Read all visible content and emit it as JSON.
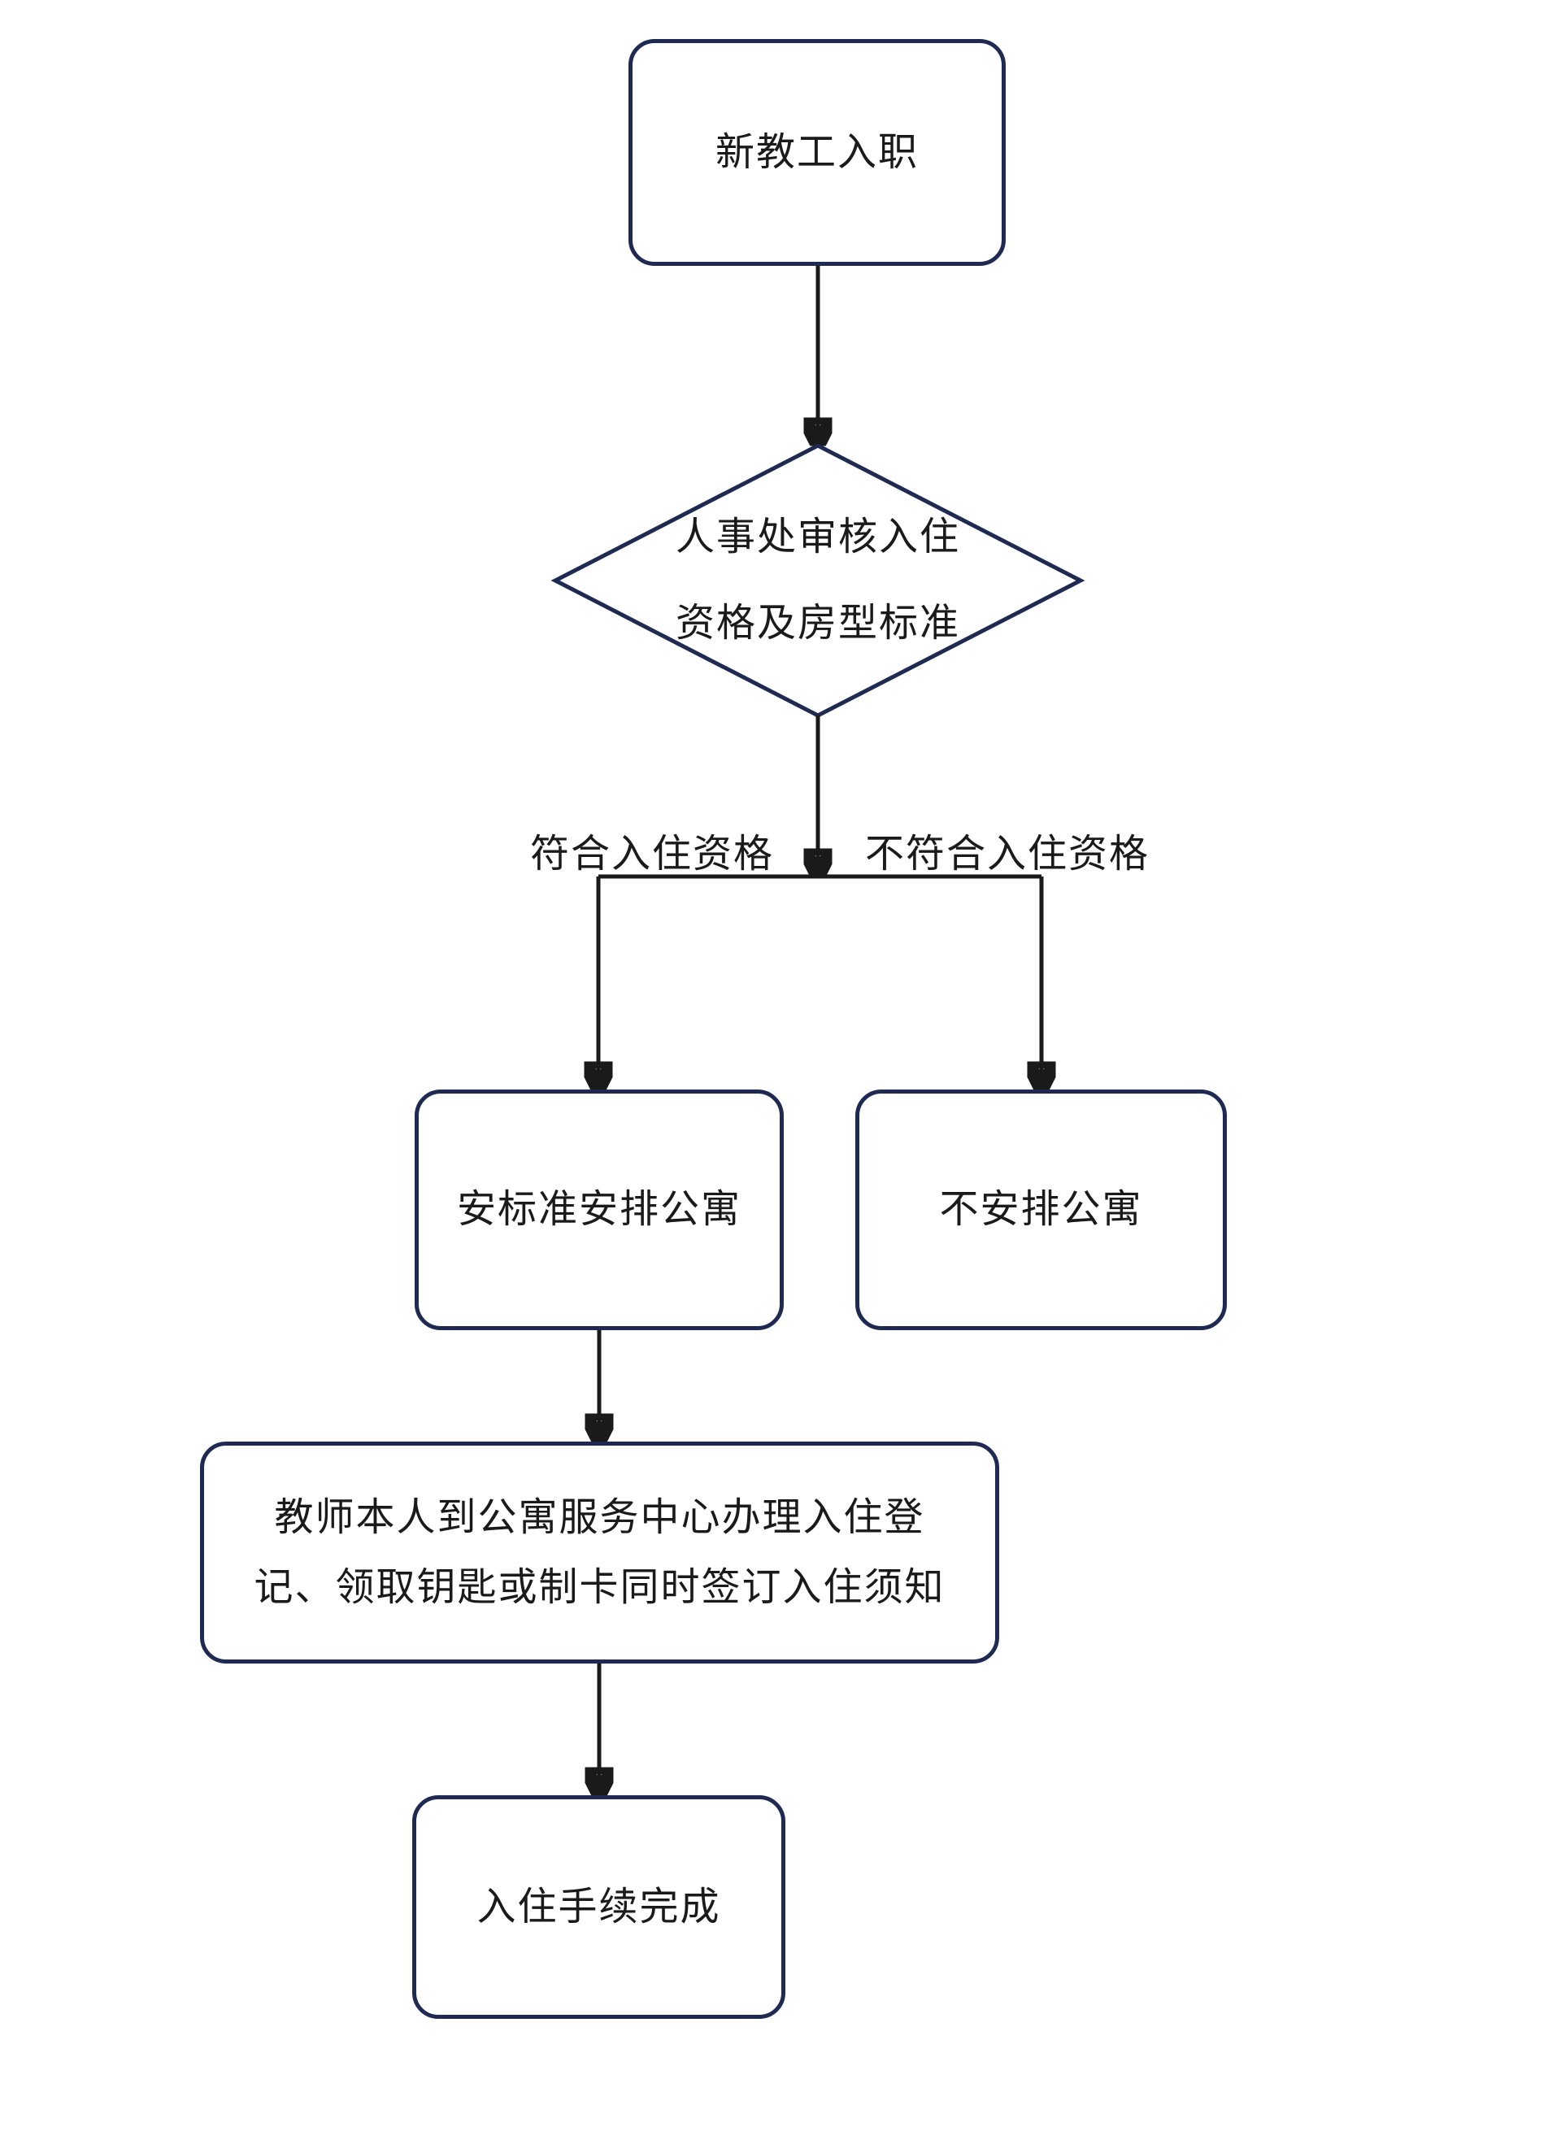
{
  "colors": {
    "node_border": "#1f2a52",
    "connector": "#1a1a1a",
    "text": "#1a1a1a",
    "background": "#ffffff"
  },
  "flowchart": {
    "nodes": {
      "start": {
        "label": "新教工入职"
      },
      "decision": {
        "lines": [
          "人事处审核入住",
          "资格及房型标准"
        ]
      },
      "arrange": {
        "label": "安标准安排公寓"
      },
      "no_arrange": {
        "label": "不安排公寓"
      },
      "register": {
        "lines": [
          "教师本人到公寓服务中心办理入住登",
          "记、领取钥匙或制卡同时签订入住须知"
        ]
      },
      "complete": {
        "label": "入住手续完成"
      }
    },
    "edge_labels": {
      "qualified": "符合入住资格",
      "not_qualified": "不符合入住资格"
    }
  }
}
